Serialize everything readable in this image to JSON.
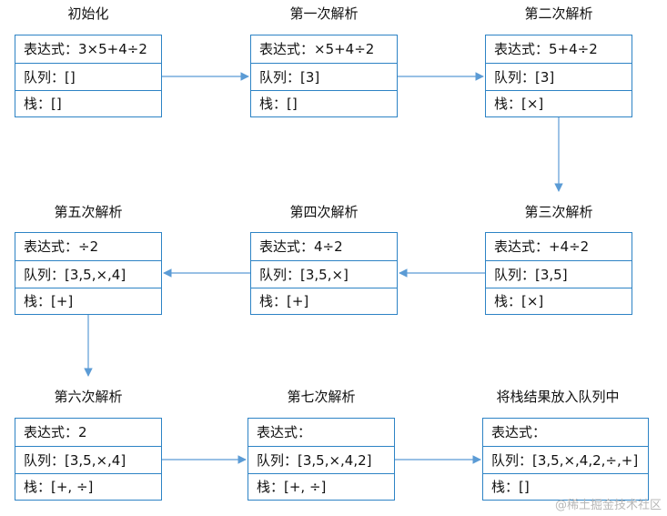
{
  "diagram": {
    "stages": [
      {
        "title": "初始化",
        "expr": "表达式：3×5+4÷2",
        "queue": "队列：[]",
        "stack": "栈：[]"
      },
      {
        "title": "第一次解析",
        "expr": "表达式：×5+4÷2",
        "queue": "队列：[3]",
        "stack": "栈：[]"
      },
      {
        "title": "第二次解析",
        "expr": "表达式：5+4÷2",
        "queue": "队列：[3]",
        "stack": "栈：[×]"
      },
      {
        "title": "第三次解析",
        "expr": "表达式：+4÷2",
        "queue": "队列：[3,5]",
        "stack": "栈：[×]"
      },
      {
        "title": "第四次解析",
        "expr": "表达式：4÷2",
        "queue": "队列：[3,5,×]",
        "stack": "栈：[+]"
      },
      {
        "title": "第五次解析",
        "expr": "表达式：÷2",
        "queue": "队列：[3,5,×,4]",
        "stack": "栈：[+]"
      },
      {
        "title": "第六次解析",
        "expr": "表达式：2",
        "queue": "队列：[3,5,×,4]",
        "stack": "栈：[+, ÷]"
      },
      {
        "title": "第七次解析",
        "expr": "表达式：",
        "queue": "队列：[3,5,×,4,2]",
        "stack": "栈：[+, ÷]"
      },
      {
        "title": "将栈结果放入队列中",
        "expr": "表达式：",
        "queue": "队列：[3,5,×,4,2,÷,+]",
        "stack": "栈：[]"
      }
    ],
    "arrow_color": "#5b9bd5",
    "box_border_color": "#2d83c5"
  },
  "watermark": "@稀土掘金技术社区"
}
